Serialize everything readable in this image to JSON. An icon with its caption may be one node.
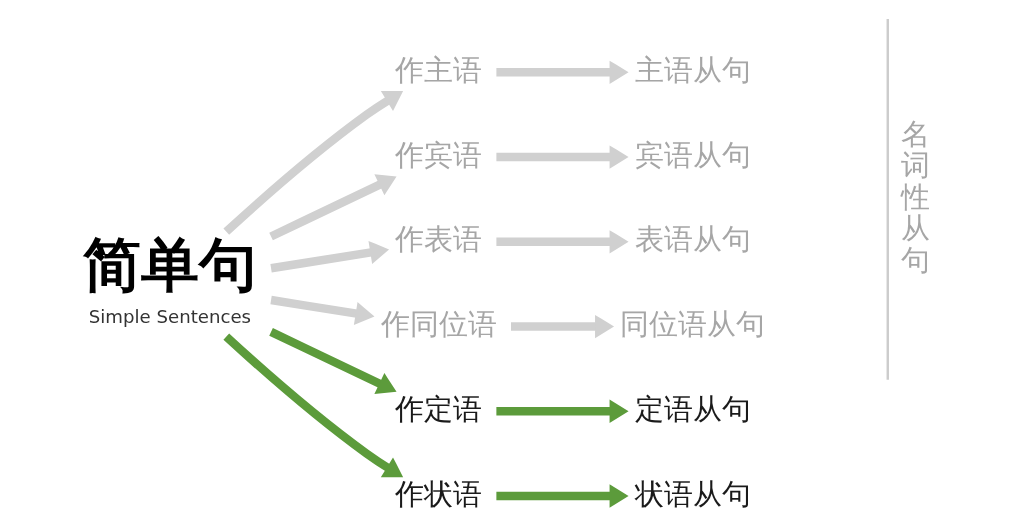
{
  "diagram": {
    "nodes": [
      {
        "text": [
          "简单句",
          "Simple Sentences"
        ]
      },
      {
        "text": [
          "作主语"
        ]
      },
      {
        "text": [
          "主语从句"
        ]
      },
      {
        "text": [
          "作宾语"
        ]
      },
      {
        "text": [
          "宾语从句"
        ]
      },
      {
        "text": [
          "作表语"
        ]
      },
      {
        "text": [
          "表语从句"
        ]
      },
      {
        "text": [
          "作同位语"
        ]
      },
      {
        "text": [
          "同位语从句"
        ]
      },
      {
        "text": [
          "作定语"
        ]
      },
      {
        "text": [
          "定语从句"
        ]
      },
      {
        "text": [
          "作状语"
        ]
      },
      {
        "text": [
          "状语从句"
        ]
      }
    ],
    "edges": [
      {
        "from": 0,
        "to": 1,
        "arrow": "to"
      },
      {
        "from": 1,
        "to": 2,
        "arrow": "to"
      },
      {
        "from": 0,
        "to": 3,
        "arrow": "to"
      },
      {
        "from": 3,
        "to": 4,
        "arrow": "to"
      },
      {
        "from": 0,
        "to": 5,
        "arrow": "to"
      },
      {
        "from": 5,
        "to": 6,
        "arrow": "to"
      },
      {
        "from": 0,
        "to": 7,
        "arrow": "to"
      },
      {
        "from": 7,
        "to": 8,
        "arrow": "to"
      },
      {
        "from": 0,
        "to": 9,
        "arrow": "to",
        "color": "#5c9b3b"
      },
      {
        "from": 9,
        "to": 10,
        "arrow": "to",
        "color": "#5c9b3b"
      },
      {
        "from": 0,
        "to": 11,
        "arrow": "to",
        "color": "#5c9b3b"
      },
      {
        "from": 11,
        "to": 12,
        "arrow": "to",
        "color": "#5c9b3b"
      }
    ],
    "labels": [
      "名词性从句"
    ]
  }
}
